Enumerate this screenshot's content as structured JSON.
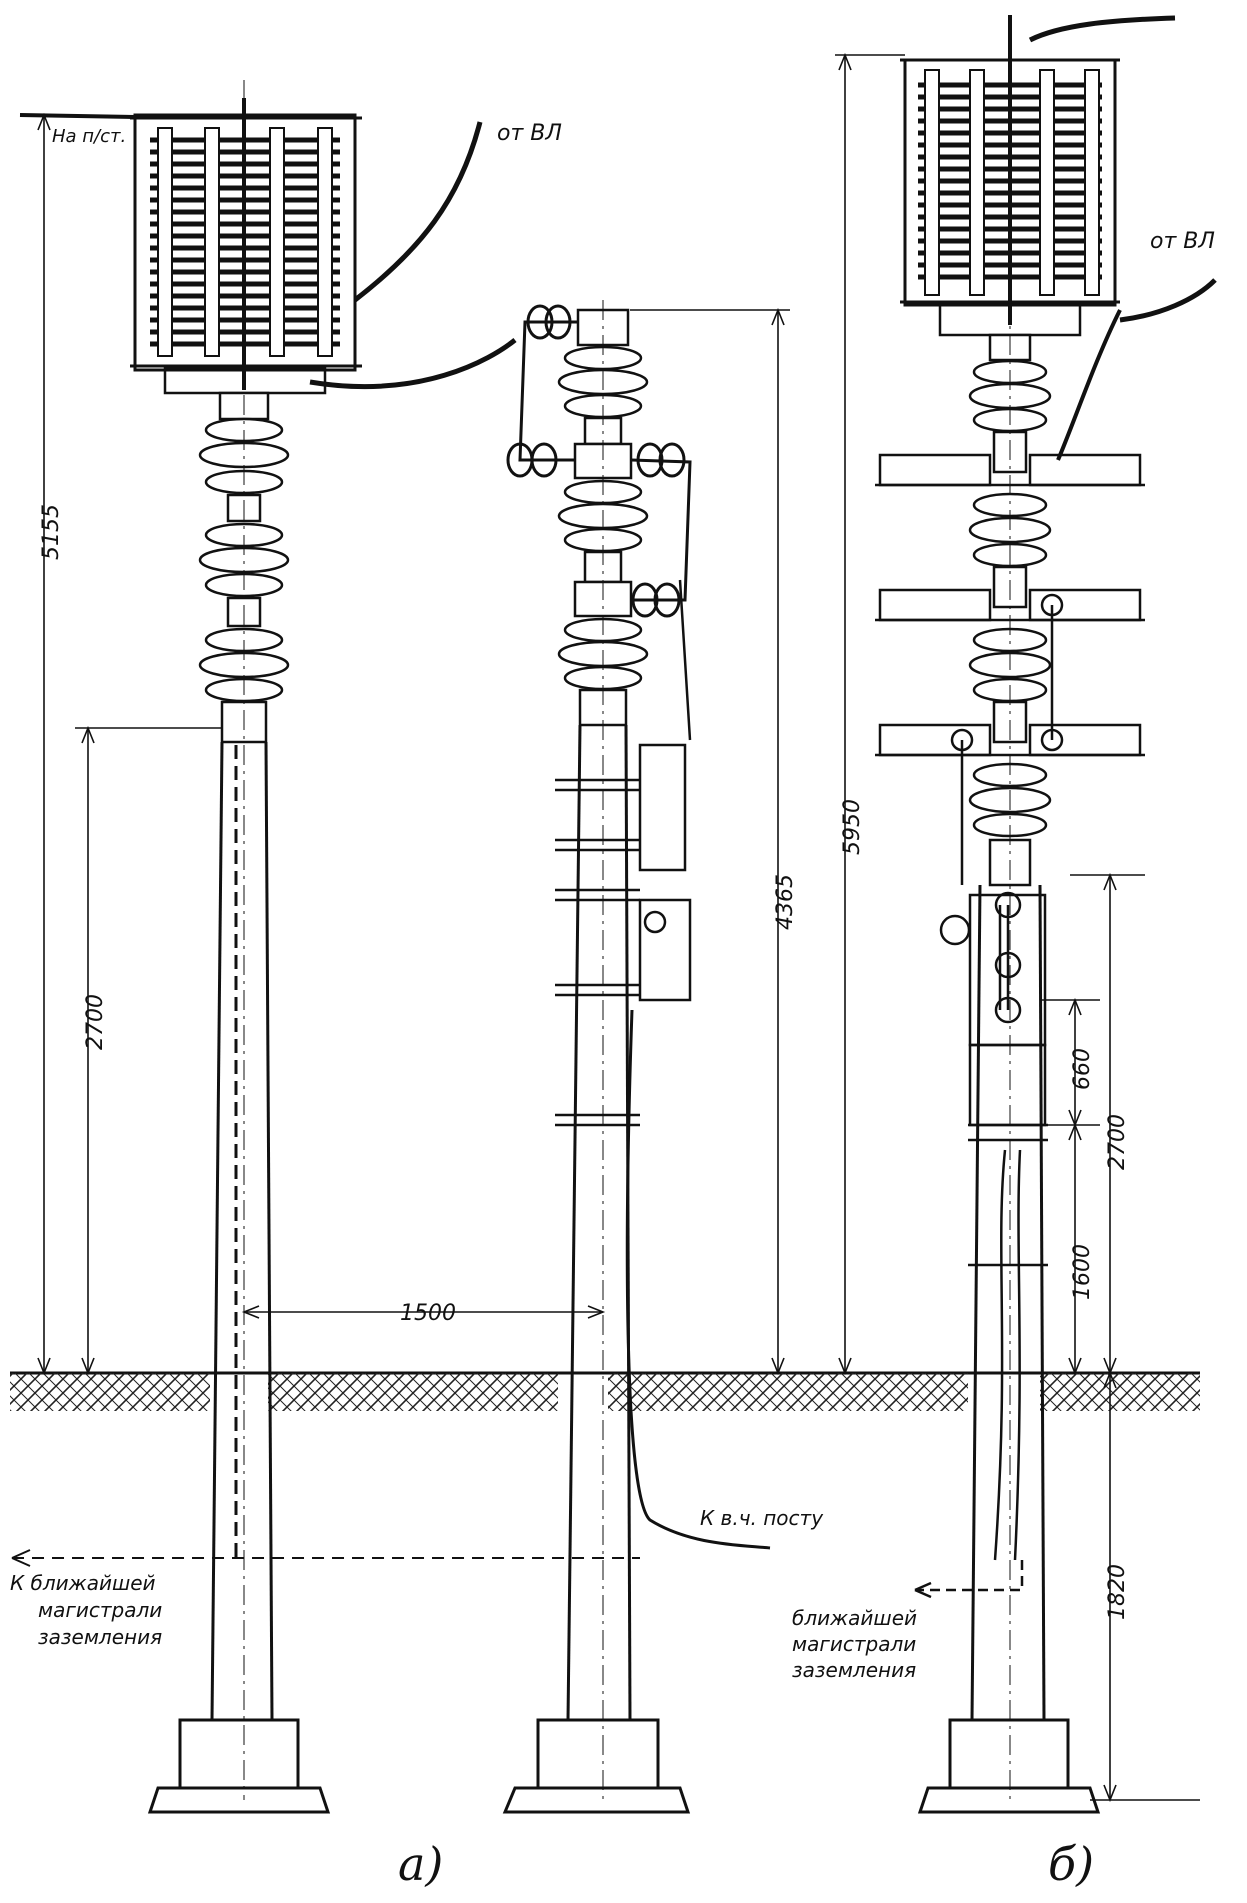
{
  "labels": {
    "to_substation": "На п/ст.",
    "from_line_a": "от ВЛ",
    "from_line_b": "от ВЛ",
    "to_hf_post": "К в.ч. посту",
    "ground_a_line1": "К  ближайшей",
    "ground_a_line2": "магистрали",
    "ground_a_line3": "заземления",
    "ground_b_line1": "ближайшей",
    "ground_b_line2": "магистрали",
    "ground_b_line3": "заземления"
  },
  "dimensions": {
    "a_total_height": "5155",
    "a_pole_height": "2700",
    "a_spacing": "1500",
    "a_mid_height": "4365",
    "b_total_height": "5950",
    "b_segment_top": "660",
    "b_pole_height": "2700",
    "b_segment_low": "1600",
    "b_below_ground": "1820"
  },
  "captions": {
    "a": "а)",
    "b": "б)"
  }
}
